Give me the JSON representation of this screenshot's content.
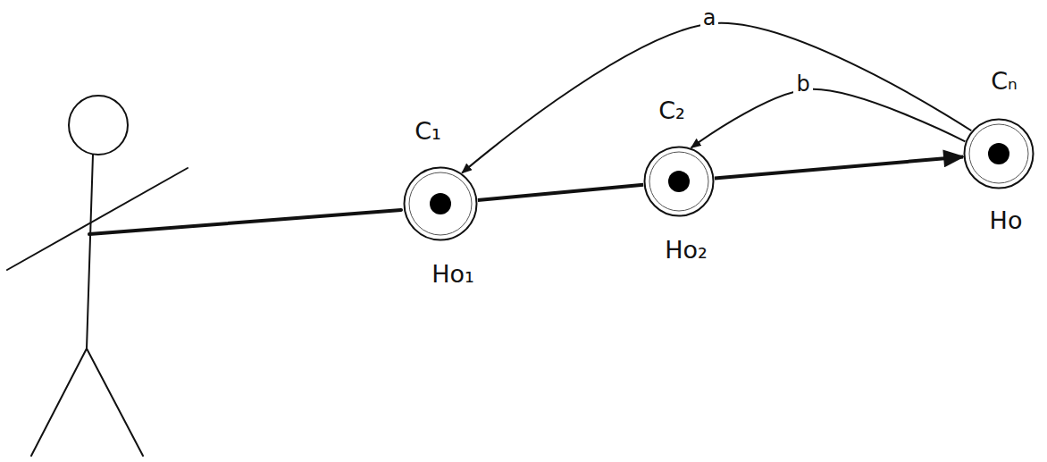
{
  "diagram": {
    "nodes": [
      {
        "text": [
          "C₁",
          "Ho₁"
        ]
      },
      {
        "text": [
          "C₂",
          "Ho₂"
        ]
      },
      {
        "text": [
          "Cₙ",
          "Ho"
        ]
      }
    ],
    "edges": [
      {
        "from": 0,
        "to": 1,
        "arrow": "none"
      },
      {
        "from": 1,
        "to": 2,
        "arrow": "to"
      },
      {
        "from": 2,
        "to": 0,
        "label": "a",
        "arrow": "to"
      },
      {
        "from": 2,
        "to": 1,
        "label": "b",
        "arrow": "to"
      }
    ]
  }
}
